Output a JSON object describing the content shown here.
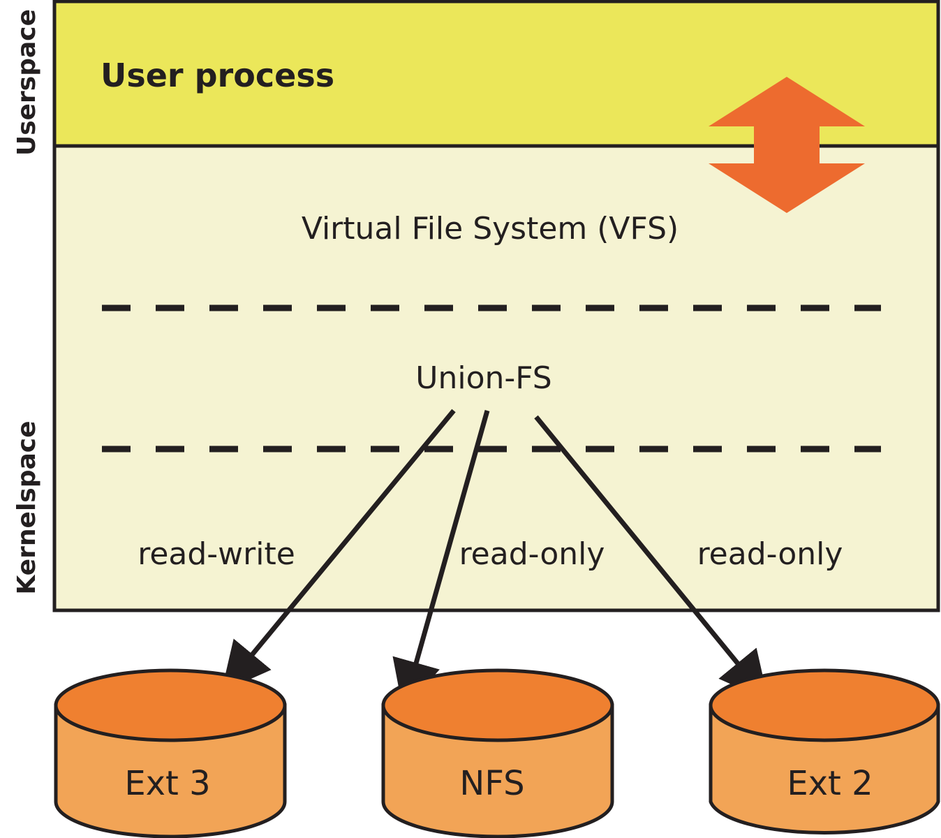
{
  "side_labels": {
    "userspace": "Userspace",
    "kernelspace": "Kernelspace"
  },
  "userspace_box": {
    "title": "User process",
    "fill_color": "#ebe75a"
  },
  "kernelspace_box": {
    "vfs_label": "Virtual File System (VFS)",
    "union_label": "Union-FS",
    "fill_color": "#f5f3d2"
  },
  "branches": [
    {
      "access": "read-write",
      "target": "Ext 3"
    },
    {
      "access": "read-only",
      "target": "NFS"
    },
    {
      "access": "read-only",
      "target": "Ext 2"
    }
  ],
  "colors": {
    "arrow_orange": "#ed6b2f",
    "disk_top": "#ef8030",
    "disk_body": "#f2a456",
    "outline": "#231f20"
  }
}
